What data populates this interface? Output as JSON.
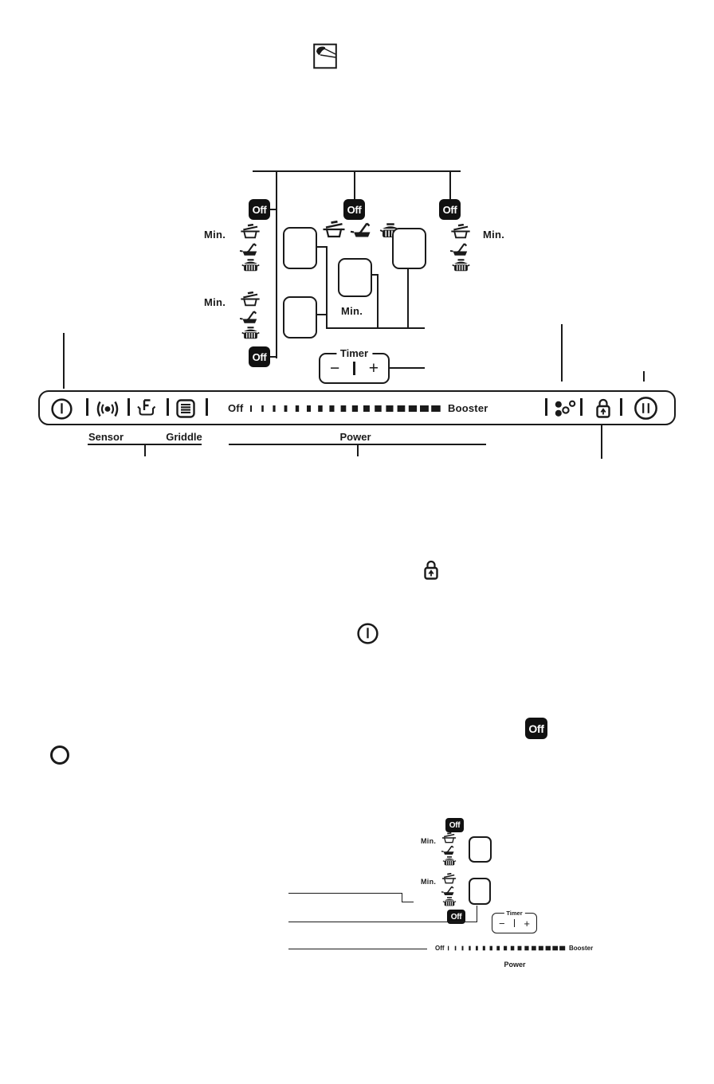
{
  "colors": {
    "ink": "#1a1a1a",
    "paper": "#ffffff",
    "badge_bg": "#111111",
    "badge_text": "#ffffff"
  },
  "labels": {
    "off": "Off",
    "min": "Min.",
    "timer": "Timer",
    "minus": "−",
    "plus": "+"
  },
  "control_bar": {
    "scale_off": "Off",
    "scale_booster": "Booster",
    "sensor_label": "Sensor",
    "griddle_label": "Griddle",
    "power_label": "Power",
    "griddle_letter": "F"
  },
  "mini_panel": {
    "scale_off": "Off",
    "scale_booster": "Booster",
    "power_label": "Power"
  },
  "icons": {
    "header": "hand-pen-icon",
    "pot_types": [
      "saucepan-icon",
      "frying-pan-icon",
      "casserole-icon"
    ],
    "bar_buttons": [
      "power-icon",
      "sensor-icon",
      "griddle-icon",
      "menu-icon",
      "heat-level-dots-icon",
      "lock-icon",
      "pause-icon"
    ],
    "inline_symbols": [
      "lock-icon",
      "power-icon",
      "off-badge",
      "circle-outline"
    ]
  }
}
